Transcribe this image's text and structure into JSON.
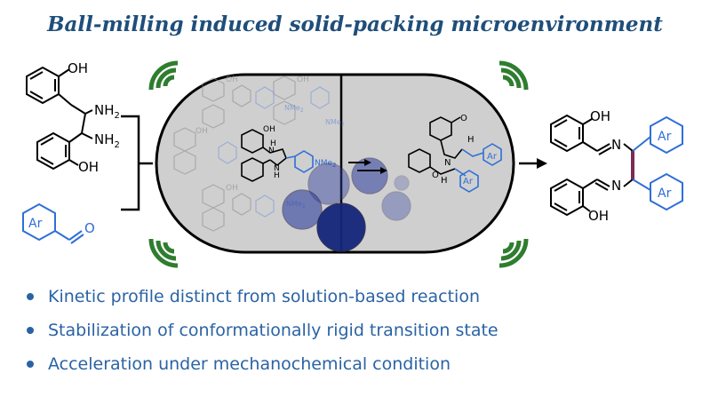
{
  "title": "Ball-milling induced solid-packing microenvironment",
  "colors": {
    "title": "#1f4e7a",
    "bullet": "#2a63a4",
    "ar_blue": "#2f6fd6",
    "bond_purple": "#7a2c54",
    "wave_green": "#2f7d2f",
    "ball_dark": "#15267a"
  },
  "labels": {
    "oh": "OH",
    "nh2": "NH",
    "nh2_sub": "2",
    "ar": "Ar",
    "o": "O",
    "n": "N",
    "h": "H",
    "nme2": "NMe",
    "nme2_sub": "2"
  },
  "bullets": [
    "Kinetic profile distinct from solution-based reaction",
    "Stabilization of conformationally rigid transition state",
    "Acceleration under mechanochemical condition"
  ]
}
